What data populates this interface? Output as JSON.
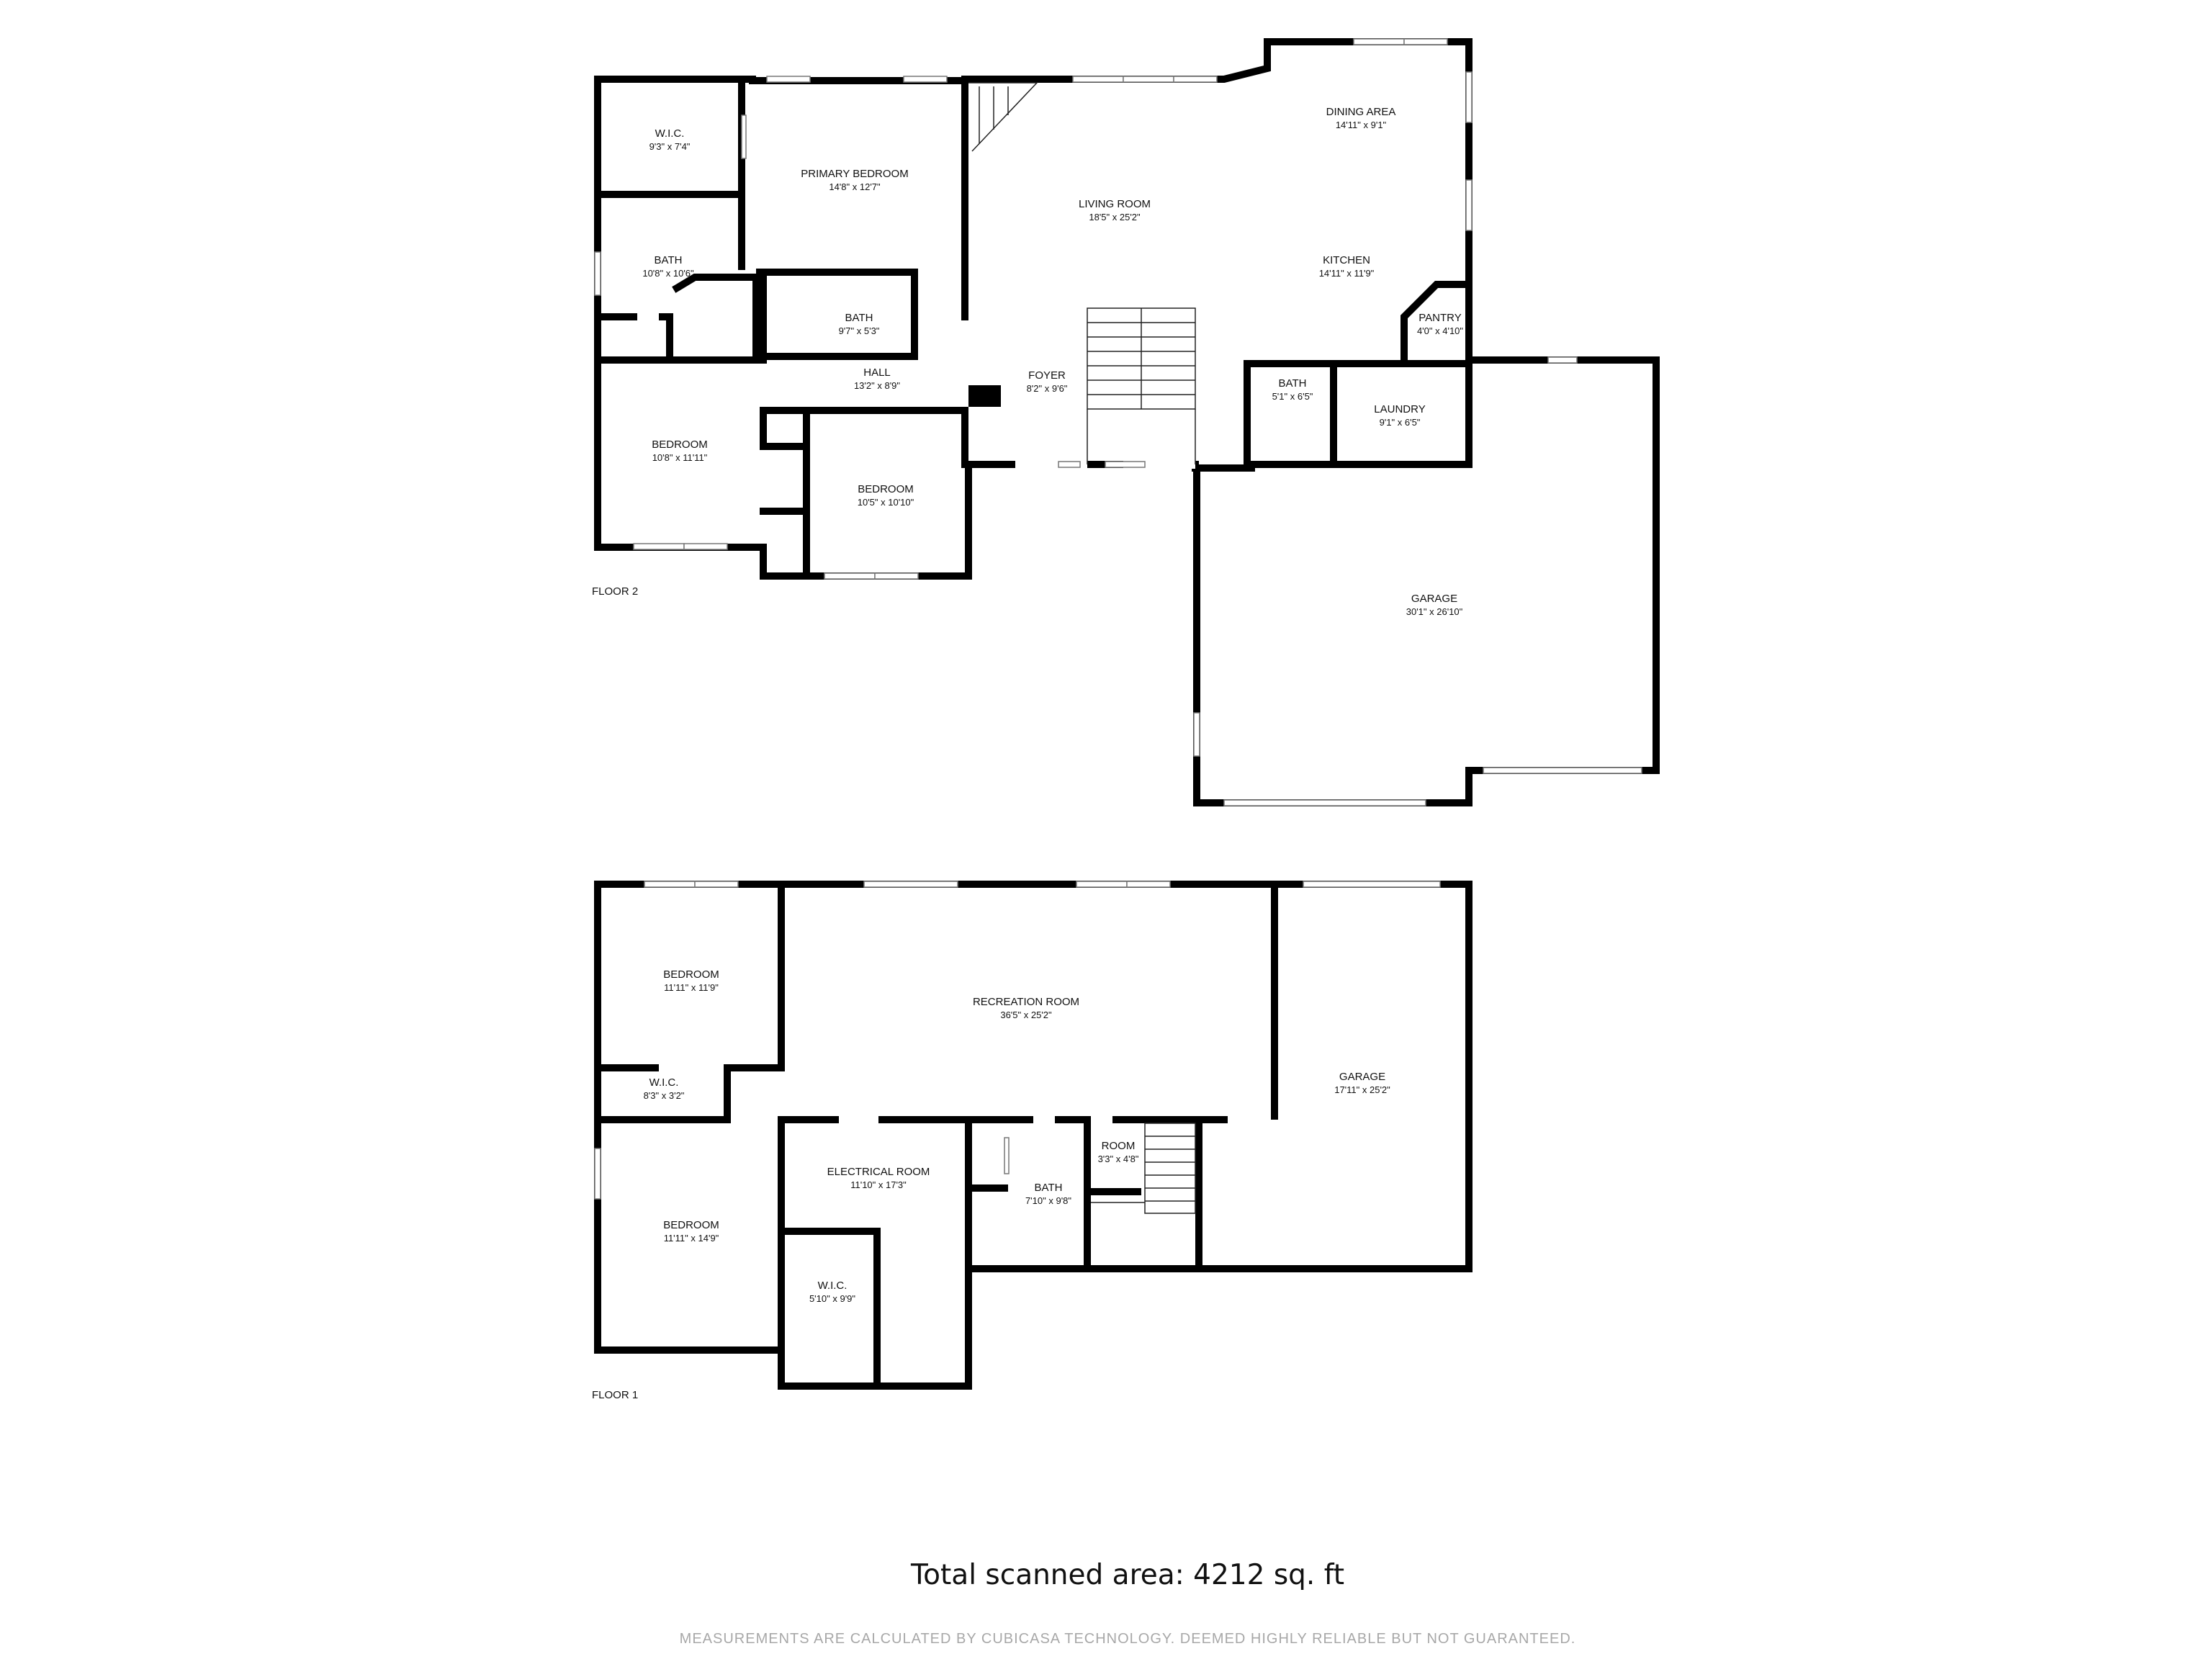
{
  "floor2": {
    "label": "FLOOR 2",
    "rooms": [
      {
        "id": "wic",
        "name": "W.I.C.",
        "dims": "9'3\" x 7'4\""
      },
      {
        "id": "primary-bedroom",
        "name": "PRIMARY BEDROOM",
        "dims": "14'8\" x 12'7\""
      },
      {
        "id": "bath-1",
        "name": "BATH",
        "dims": "10'8\" x 10'6\""
      },
      {
        "id": "bath-2",
        "name": "BATH",
        "dims": "9'7\" x 5'3\""
      },
      {
        "id": "living-room",
        "name": "LIVING ROOM",
        "dims": "18'5\" x 25'2\""
      },
      {
        "id": "dining-area",
        "name": "DINING AREA",
        "dims": "14'11\" x 9'1\""
      },
      {
        "id": "kitchen",
        "name": "KITCHEN",
        "dims": "14'11\" x 11'9\""
      },
      {
        "id": "pantry",
        "name": "PANTRY",
        "dims": "4'0\" x 4'10\""
      },
      {
        "id": "hall",
        "name": "HALL",
        "dims": "13'2\" x 8'9\""
      },
      {
        "id": "foyer",
        "name": "FOYER",
        "dims": "8'2\" x 9'6\""
      },
      {
        "id": "bath-3",
        "name": "BATH",
        "dims": "5'1\" x 6'5\""
      },
      {
        "id": "laundry",
        "name": "LAUNDRY",
        "dims": "9'1\" x 6'5\""
      },
      {
        "id": "bedroom-1",
        "name": "BEDROOM",
        "dims": "10'8\" x 11'11\""
      },
      {
        "id": "bedroom-2",
        "name": "BEDROOM",
        "dims": "10'5\" x 10'10\""
      },
      {
        "id": "garage",
        "name": "GARAGE",
        "dims": "30'1\" x 26'10\""
      }
    ]
  },
  "floor1": {
    "label": "FLOOR 1",
    "rooms": [
      {
        "id": "bedroom-1",
        "name": "BEDROOM",
        "dims": "11'11\" x 11'9\""
      },
      {
        "id": "recreation-room",
        "name": "RECREATION ROOM",
        "dims": "36'5\" x 25'2\""
      },
      {
        "id": "garage",
        "name": "GARAGE",
        "dims": "17'11\" x 25'2\""
      },
      {
        "id": "wic-1",
        "name": "W.I.C.",
        "dims": "8'3\" x 3'2\""
      },
      {
        "id": "room",
        "name": "ROOM",
        "dims": "3'3\" x 4'8\""
      },
      {
        "id": "electrical-room",
        "name": "ELECTRICAL ROOM",
        "dims": "11'10\" x 17'3\""
      },
      {
        "id": "bath",
        "name": "BATH",
        "dims": "7'10\" x 9'8\""
      },
      {
        "id": "bedroom-2",
        "name": "BEDROOM",
        "dims": "11'11\" x 14'9\""
      },
      {
        "id": "wic-2",
        "name": "W.I.C.",
        "dims": "5'10\" x 9'9\""
      }
    ]
  },
  "total_area": "Total scanned area: 4212 sq. ft",
  "disclaimer": "MEASUREMENTS ARE CALCULATED BY CUBICASA TECHNOLOGY. DEEMED HIGHLY RELIABLE BUT NOT GUARANTEED."
}
